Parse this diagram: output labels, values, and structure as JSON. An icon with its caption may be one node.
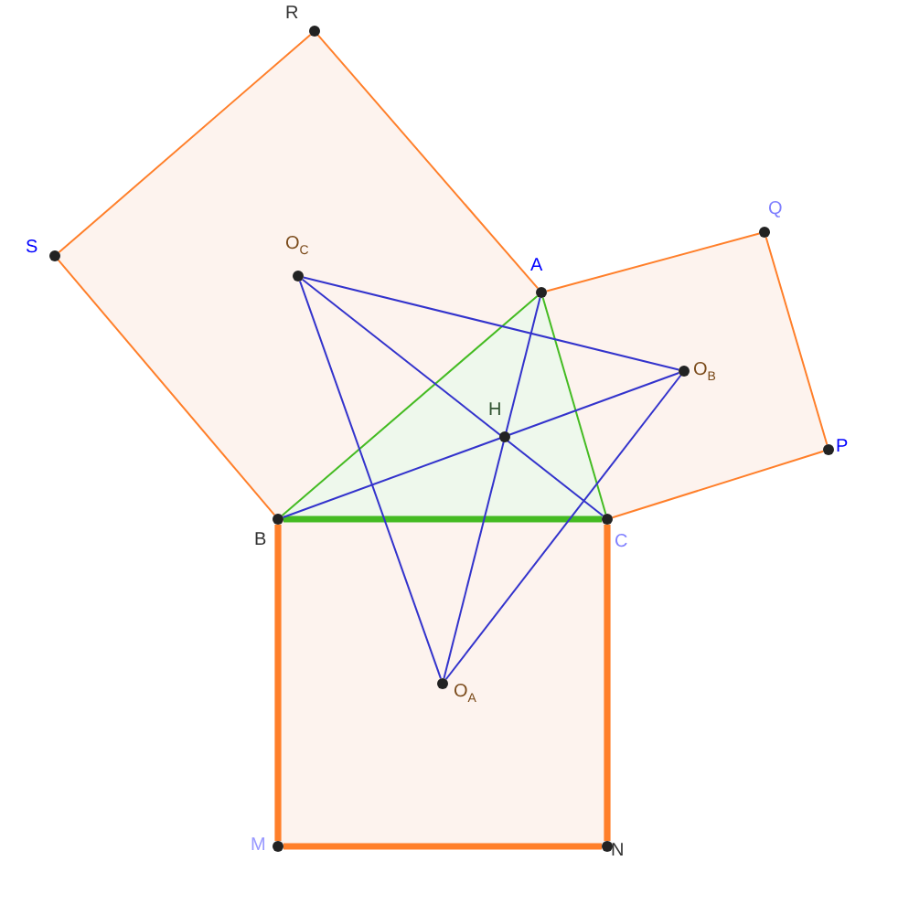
{
  "diagram": {
    "nodes": [
      {
        "text": [
          "R"
        ]
      },
      {
        "text": [
          "S"
        ]
      },
      {
        "text": [
          "O$_{C}$"
        ]
      },
      {
        "text": [
          "A"
        ]
      },
      {
        "text": [
          "Q"
        ]
      },
      {
        "text": [
          "O$_{B}$"
        ]
      },
      {
        "text": [
          "H"
        ]
      },
      {
        "text": [
          "P"
        ]
      },
      {
        "text": [
          "B"
        ]
      },
      {
        "text": [
          "C"
        ]
      },
      {
        "text": [
          "O$_{A}$"
        ]
      },
      {
        "text": [
          "M"
        ]
      },
      {
        "text": [
          "N"
        ]
      }
    ],
    "edges": [
      {
        "from": 3,
        "to": 0,
        "arrow": "none"
      },
      {
        "from": 0,
        "to": 1,
        "arrow": "none"
      },
      {
        "from": 1,
        "to": 8,
        "arrow": "none"
      },
      {
        "from": 3,
        "to": 4,
        "arrow": "none"
      },
      {
        "from": 4,
        "to": 7,
        "arrow": "none"
      },
      {
        "from": 7,
        "to": 9,
        "arrow": "none"
      },
      {
        "from": 8,
        "to": 11,
        "arrow": "none",
        "style": "thick"
      },
      {
        "from": 11,
        "to": 12,
        "arrow": "none",
        "style": "thick"
      },
      {
        "from": 12,
        "to": 9,
        "arrow": "none",
        "style": "thick"
      },
      {
        "from": 3,
        "to": 8,
        "arrow": "none",
        "color": "#44bb22"
      },
      {
        "from": 8,
        "to": 9,
        "arrow": "none",
        "style": "thick",
        "color": "#44bb22"
      },
      {
        "from": 9,
        "to": 3,
        "arrow": "none",
        "color": "#44bb22"
      },
      {
        "from": 2,
        "to": 5,
        "arrow": "none",
        "color": "#3333cc"
      },
      {
        "from": 2,
        "to": 9,
        "arrow": "none",
        "color": "#3333cc"
      },
      {
        "from": 2,
        "to": 10,
        "arrow": "none",
        "color": "#3333cc"
      },
      {
        "from": 5,
        "to": 8,
        "arrow": "none",
        "color": "#3333cc"
      },
      {
        "from": 5,
        "to": 10,
        "arrow": "none",
        "color": "#3333cc"
      },
      {
        "from": 3,
        "to": 10,
        "arrow": "none",
        "color": "#3333cc"
      }
    ]
  }
}
